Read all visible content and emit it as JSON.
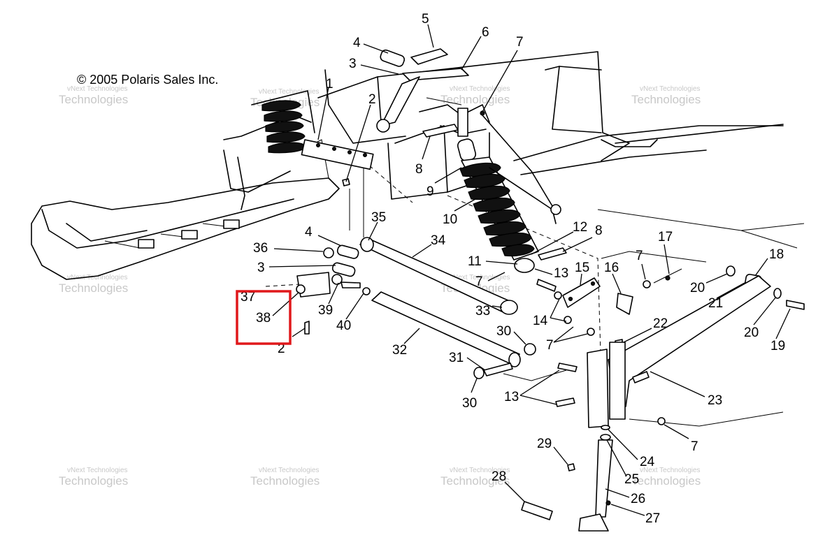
{
  "copyright": "© 2005 Polaris Sales Inc.",
  "watermark": {
    "line1": "vNext Technologies",
    "line2": "Technologies"
  },
  "highlight_color": "#e0181b",
  "callouts": [
    {
      "id": "c1",
      "text": "5"
    },
    {
      "id": "c2",
      "text": "4"
    },
    {
      "id": "c3",
      "text": "6"
    },
    {
      "id": "c4",
      "text": "3"
    },
    {
      "id": "c5",
      "text": "7"
    },
    {
      "id": "c6",
      "text": "1"
    },
    {
      "id": "c7",
      "text": "2"
    },
    {
      "id": "c8",
      "text": "8"
    },
    {
      "id": "c9",
      "text": "9"
    },
    {
      "id": "c10",
      "text": "10"
    },
    {
      "id": "c11",
      "text": "35"
    },
    {
      "id": "c12",
      "text": "34"
    },
    {
      "id": "c13",
      "text": "4"
    },
    {
      "id": "c14",
      "text": "36"
    },
    {
      "id": "c15",
      "text": "3"
    },
    {
      "id": "c16",
      "text": "37"
    },
    {
      "id": "c17",
      "text": "38"
    },
    {
      "id": "c18",
      "text": "2"
    },
    {
      "id": "c19",
      "text": "39"
    },
    {
      "id": "c20",
      "text": "40"
    },
    {
      "id": "c21",
      "text": "33"
    },
    {
      "id": "c22",
      "text": "32"
    },
    {
      "id": "c23",
      "text": "30"
    },
    {
      "id": "c24",
      "text": "31"
    },
    {
      "id": "c25",
      "text": "30"
    },
    {
      "id": "c26",
      "text": "12"
    },
    {
      "id": "c27",
      "text": "8"
    },
    {
      "id": "c28",
      "text": "11"
    },
    {
      "id": "c29",
      "text": "7"
    },
    {
      "id": "c30",
      "text": "13"
    },
    {
      "id": "c31",
      "text": "15"
    },
    {
      "id": "c32",
      "text": "16"
    },
    {
      "id": "c33",
      "text": "14"
    },
    {
      "id": "c34",
      "text": "7"
    },
    {
      "id": "c35",
      "text": "22"
    },
    {
      "id": "c36",
      "text": "13"
    },
    {
      "id": "c37",
      "text": "7"
    },
    {
      "id": "c38",
      "text": "17"
    },
    {
      "id": "c39",
      "text": "18"
    },
    {
      "id": "c40",
      "text": "20"
    },
    {
      "id": "c41",
      "text": "21"
    },
    {
      "id": "c42",
      "text": "20"
    },
    {
      "id": "c43",
      "text": "19"
    },
    {
      "id": "c44",
      "text": "23"
    },
    {
      "id": "c45",
      "text": "7"
    },
    {
      "id": "c46",
      "text": "29"
    },
    {
      "id": "c47",
      "text": "24"
    },
    {
      "id": "c48",
      "text": "25"
    },
    {
      "id": "c49",
      "text": "28"
    },
    {
      "id": "c50",
      "text": "26"
    },
    {
      "id": "c51",
      "text": "27"
    }
  ]
}
